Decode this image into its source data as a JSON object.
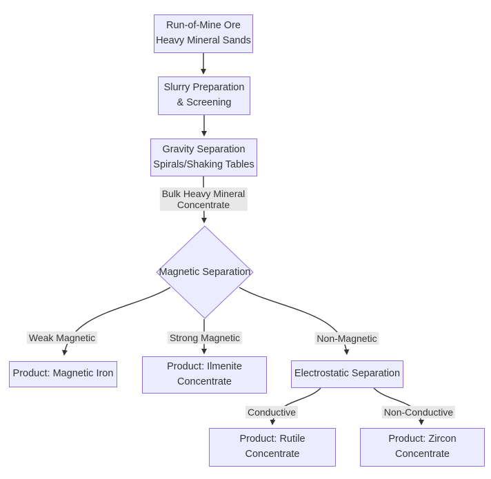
{
  "colors": {
    "background": "#ffffff",
    "node_fill": "#ECECFF",
    "node_border": "#9370DB",
    "edge_label_bg": "#e8e8e8",
    "line": "#333333",
    "text": "#333333"
  },
  "nodes": {
    "rom": {
      "line1": "Run-of-Mine Ore",
      "line2": "Heavy Mineral Sands"
    },
    "slurry": {
      "line1": "Slurry Preparation",
      "line2": "& Screening"
    },
    "gravity": {
      "line1": "Gravity Separation",
      "line2": "Spirals/Shaking Tables"
    },
    "magsep": {
      "label": "Magnetic Separation"
    },
    "magiron": {
      "label": "Product: Magnetic Iron"
    },
    "ilmenite": {
      "line1": "Product: Ilmenite",
      "line2": "Concentrate"
    },
    "electro": {
      "label": "Electrostatic Separation"
    },
    "rutile": {
      "line1": "Product: Rutile",
      "line2": "Concentrate"
    },
    "zircon": {
      "line1": "Product: Zircon",
      "line2": "Concentrate"
    }
  },
  "edge_labels": {
    "bulk": {
      "line1": "Bulk Heavy Mineral",
      "line2": "Concentrate"
    },
    "weak": {
      "label": "Weak Magnetic"
    },
    "strong": {
      "label": "Strong Magnetic"
    },
    "nonmagnetic": {
      "label": "Non-Magnetic"
    },
    "conductive": {
      "label": "Conductive"
    },
    "nonconductive": {
      "label": "Non-Conductive"
    }
  }
}
